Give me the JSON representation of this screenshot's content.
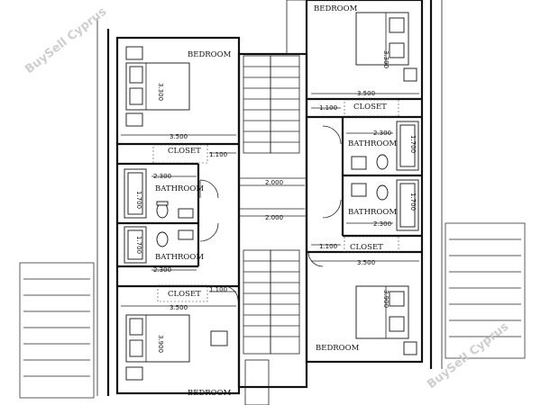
{
  "watermark": "BuySell Cyprus",
  "rooms": {
    "bedroom_tl": "BEDROOM",
    "bedroom_tr": "BEDROOM",
    "bedroom_bl": "BEDROOM",
    "bedroom_br": "BEDROOM",
    "closet_tl": "CLOSET",
    "closet_tr": "CLOSET",
    "closet_bl": "CLOSET",
    "closet_br": "CLOSET",
    "bath_l1": "BATHROOM",
    "bath_l2": "BATHROOM",
    "bath_r1": "BATHROOM",
    "bath_r2": "BATHROOM"
  },
  "dimensions": {
    "d3500": "3.500",
    "d1100": "1.100",
    "d2300": "2.300",
    "d1700": "1.700",
    "d2000": "2.000",
    "d3300": "3.300",
    "d3900": "3.900"
  }
}
